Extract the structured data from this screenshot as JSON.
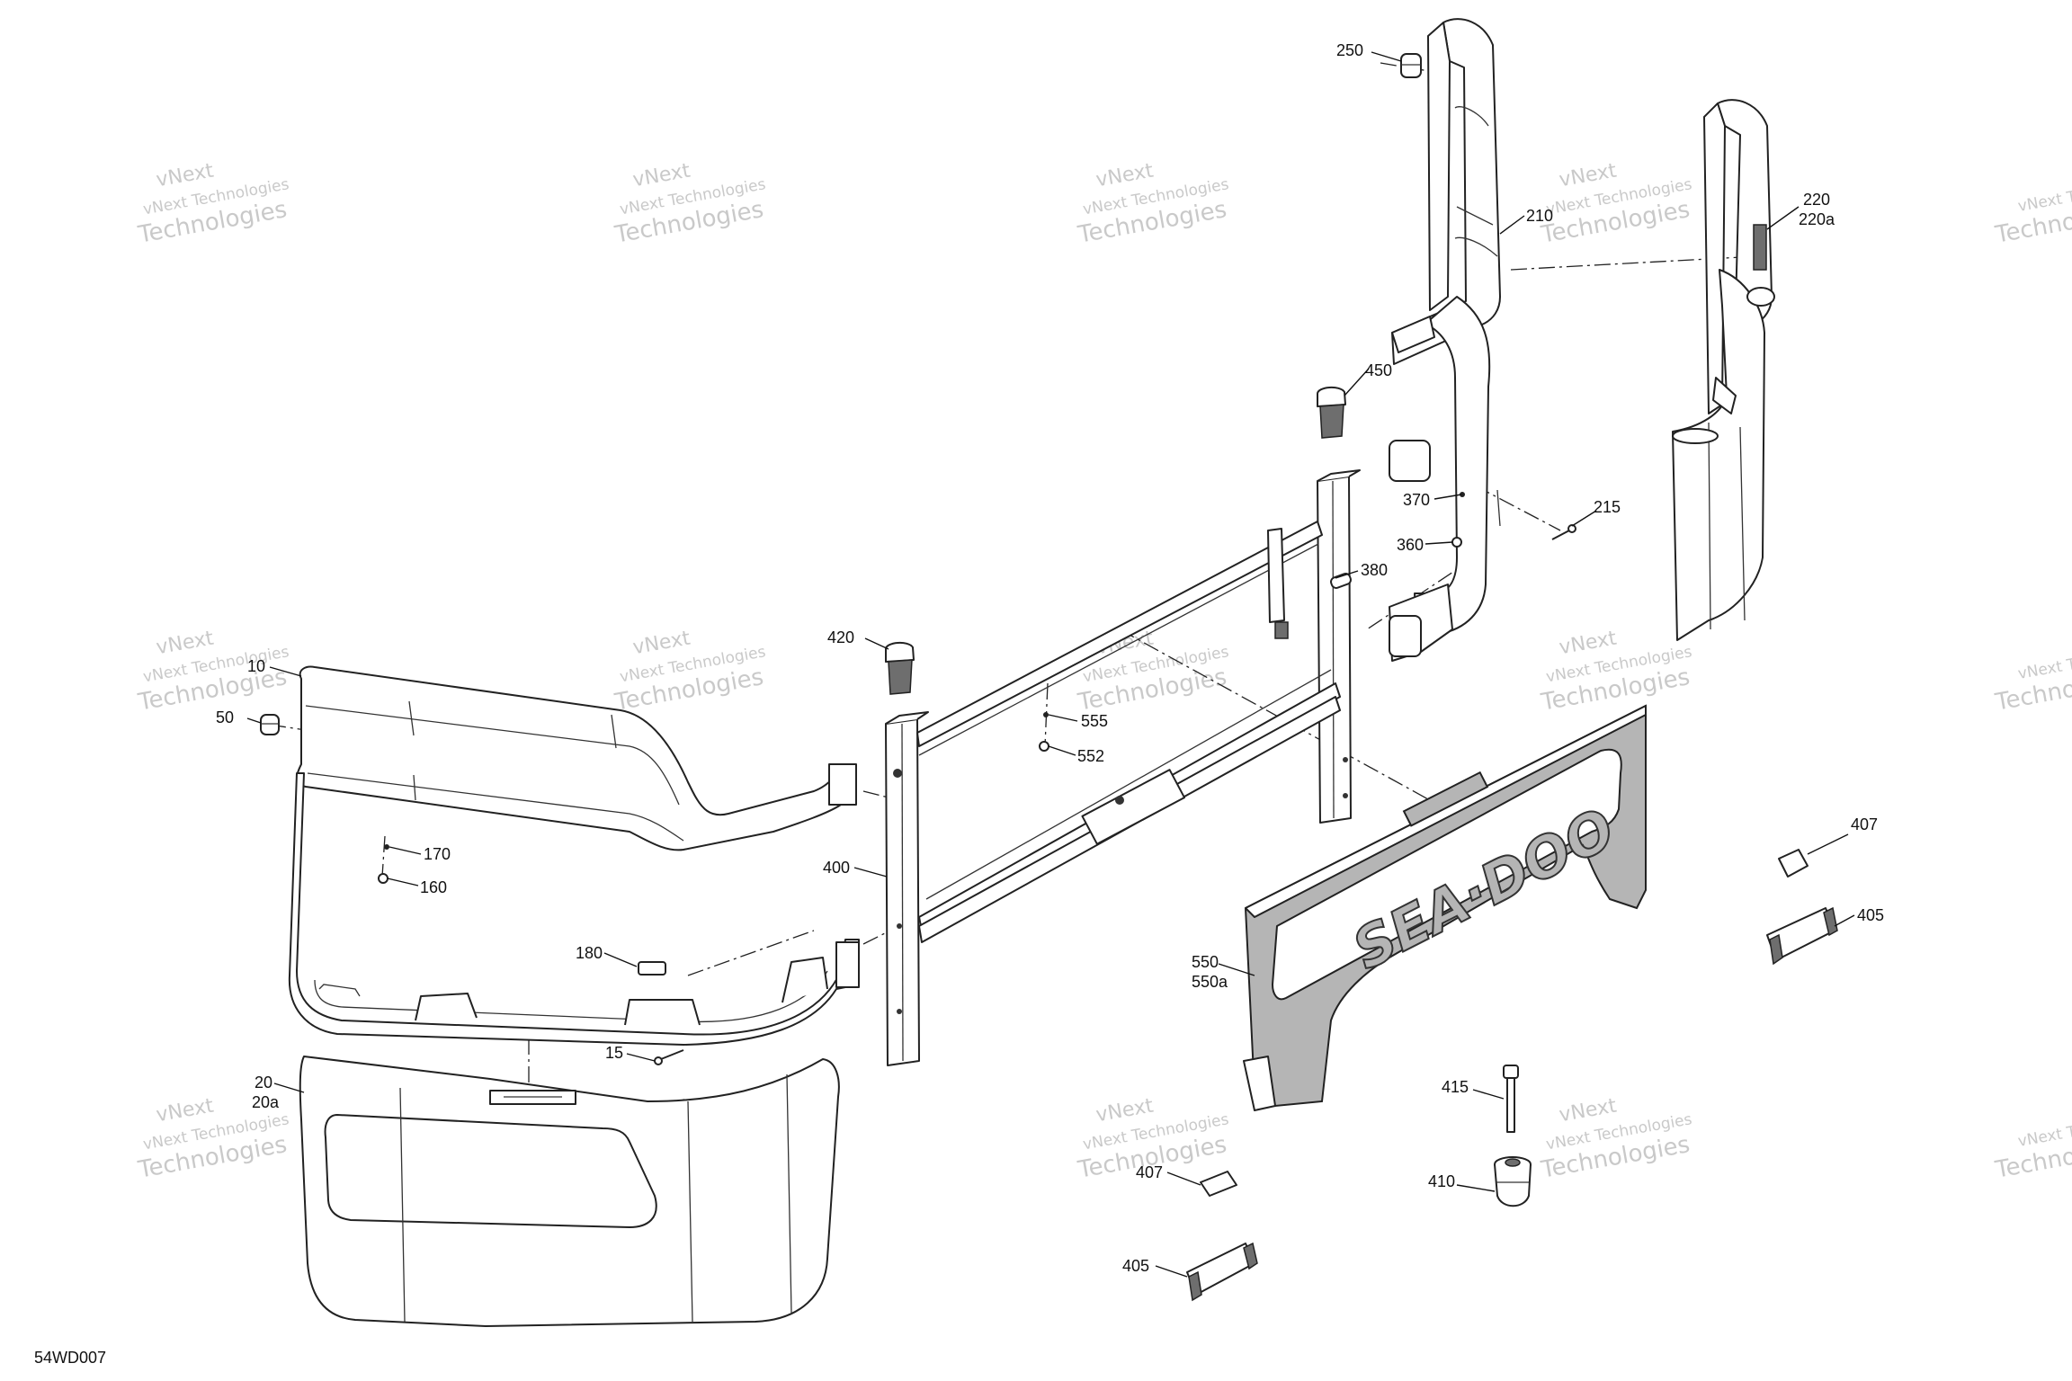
{
  "diagram_code": "54WD007",
  "watermark": {
    "line1": "vNext Technologies",
    "line2": "Technologies",
    "line0": "vNext"
  },
  "logo_text": "SEA·DOO",
  "callouts": [
    {
      "id": "c250",
      "text": "250"
    },
    {
      "id": "c210",
      "text": "210"
    },
    {
      "id": "c220",
      "text": "220"
    },
    {
      "id": "c220a",
      "text": "220a"
    },
    {
      "id": "c450",
      "text": "450"
    },
    {
      "id": "c370",
      "text": "370"
    },
    {
      "id": "c215",
      "text": "215"
    },
    {
      "id": "c360",
      "text": "360"
    },
    {
      "id": "c380",
      "text": "380"
    },
    {
      "id": "c420",
      "text": "420"
    },
    {
      "id": "c10",
      "text": "10"
    },
    {
      "id": "c50",
      "text": "50"
    },
    {
      "id": "c555",
      "text": "555"
    },
    {
      "id": "c552",
      "text": "552"
    },
    {
      "id": "c170",
      "text": "170"
    },
    {
      "id": "c160",
      "text": "160"
    },
    {
      "id": "c400",
      "text": "400"
    },
    {
      "id": "c407a",
      "text": "407"
    },
    {
      "id": "c405a",
      "text": "405"
    },
    {
      "id": "c550",
      "text": "550"
    },
    {
      "id": "c550a",
      "text": "550a"
    },
    {
      "id": "c180",
      "text": "180"
    },
    {
      "id": "c15",
      "text": "15"
    },
    {
      "id": "c20",
      "text": "20"
    },
    {
      "id": "c20a",
      "text": "20a"
    },
    {
      "id": "c415",
      "text": "415"
    },
    {
      "id": "c407b",
      "text": "407"
    },
    {
      "id": "c410",
      "text": "410"
    },
    {
      "id": "c405b",
      "text": "405"
    }
  ]
}
